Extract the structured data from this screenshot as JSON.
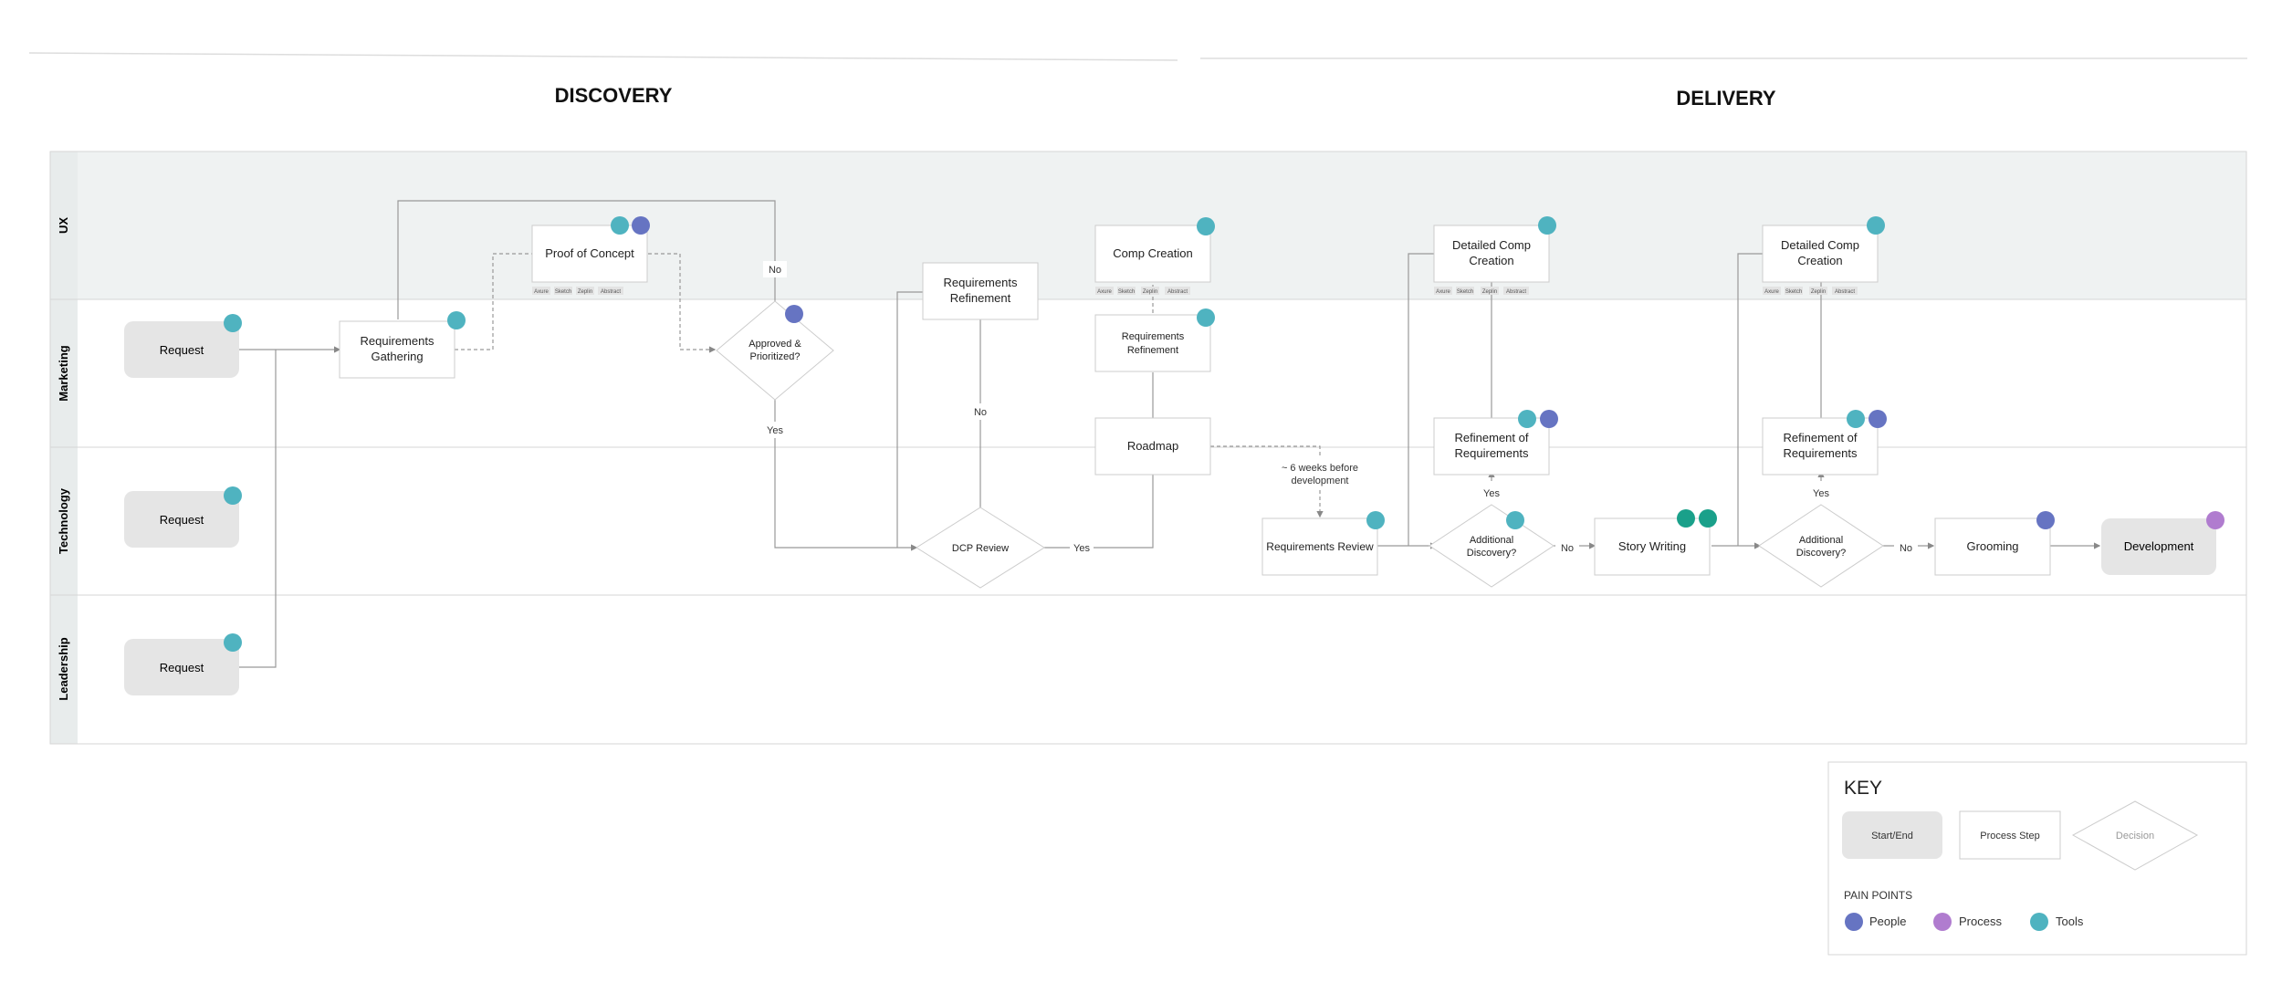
{
  "phases": {
    "discovery": "DISCOVERY",
    "delivery": "DELIVERY"
  },
  "lanes": {
    "ux": "UX",
    "marketing": "Marketing",
    "technology": "Technology",
    "leadership": "Leadership"
  },
  "nodes": {
    "request_marketing": "Request",
    "request_technology": "Request",
    "request_leadership": "Request",
    "req_gathering": [
      "Requirements",
      "Gathering"
    ],
    "proof_of_concept": "Proof of Concept",
    "approved": [
      "Approved &",
      "Prioritized?"
    ],
    "req_refinement_1": [
      "Requirements",
      "Refinement"
    ],
    "dcp_review": "DCP Review",
    "comp_creation": "Comp Creation",
    "req_refinement_2": [
      "Requirements",
      "Refinement"
    ],
    "roadmap": "Roadmap",
    "req_review": "Requirements Review",
    "detailed_comp_1": [
      "Detailed Comp",
      "Creation"
    ],
    "refinement_req_1": [
      "Refinement of",
      "Requirements"
    ],
    "additional_discovery_1": [
      "Additional",
      "Discovery?"
    ],
    "story_writing": "Story Writing",
    "detailed_comp_2": [
      "Detailed Comp",
      "Creation"
    ],
    "refinement_req_2": [
      "Refinement of",
      "Requirements"
    ],
    "additional_discovery_2": [
      "Additional",
      "Discovery?"
    ],
    "grooming": "Grooming",
    "development": "Development"
  },
  "edge_labels": {
    "no": "No",
    "yes": "Yes",
    "weeks_note": [
      "~ 6 weeks before",
      "development"
    ]
  },
  "tool_tags": [
    "Axure",
    "Sketch",
    "Zeplin",
    "Abstract"
  ],
  "key": {
    "title": "KEY",
    "start_end": "Start/End",
    "process_step": "Process Step",
    "decision": "Decision",
    "pain_points_title": "PAIN POINTS",
    "people": "People",
    "process": "Process",
    "tools": "Tools"
  },
  "colors": {
    "people": "#6674c2",
    "process": "#b07ccf",
    "tools": "#4fb3c0",
    "tools_dark": "#1aa08a",
    "ux_lane": "#eff2f2",
    "start_end_fill": "#e5e5e5"
  }
}
